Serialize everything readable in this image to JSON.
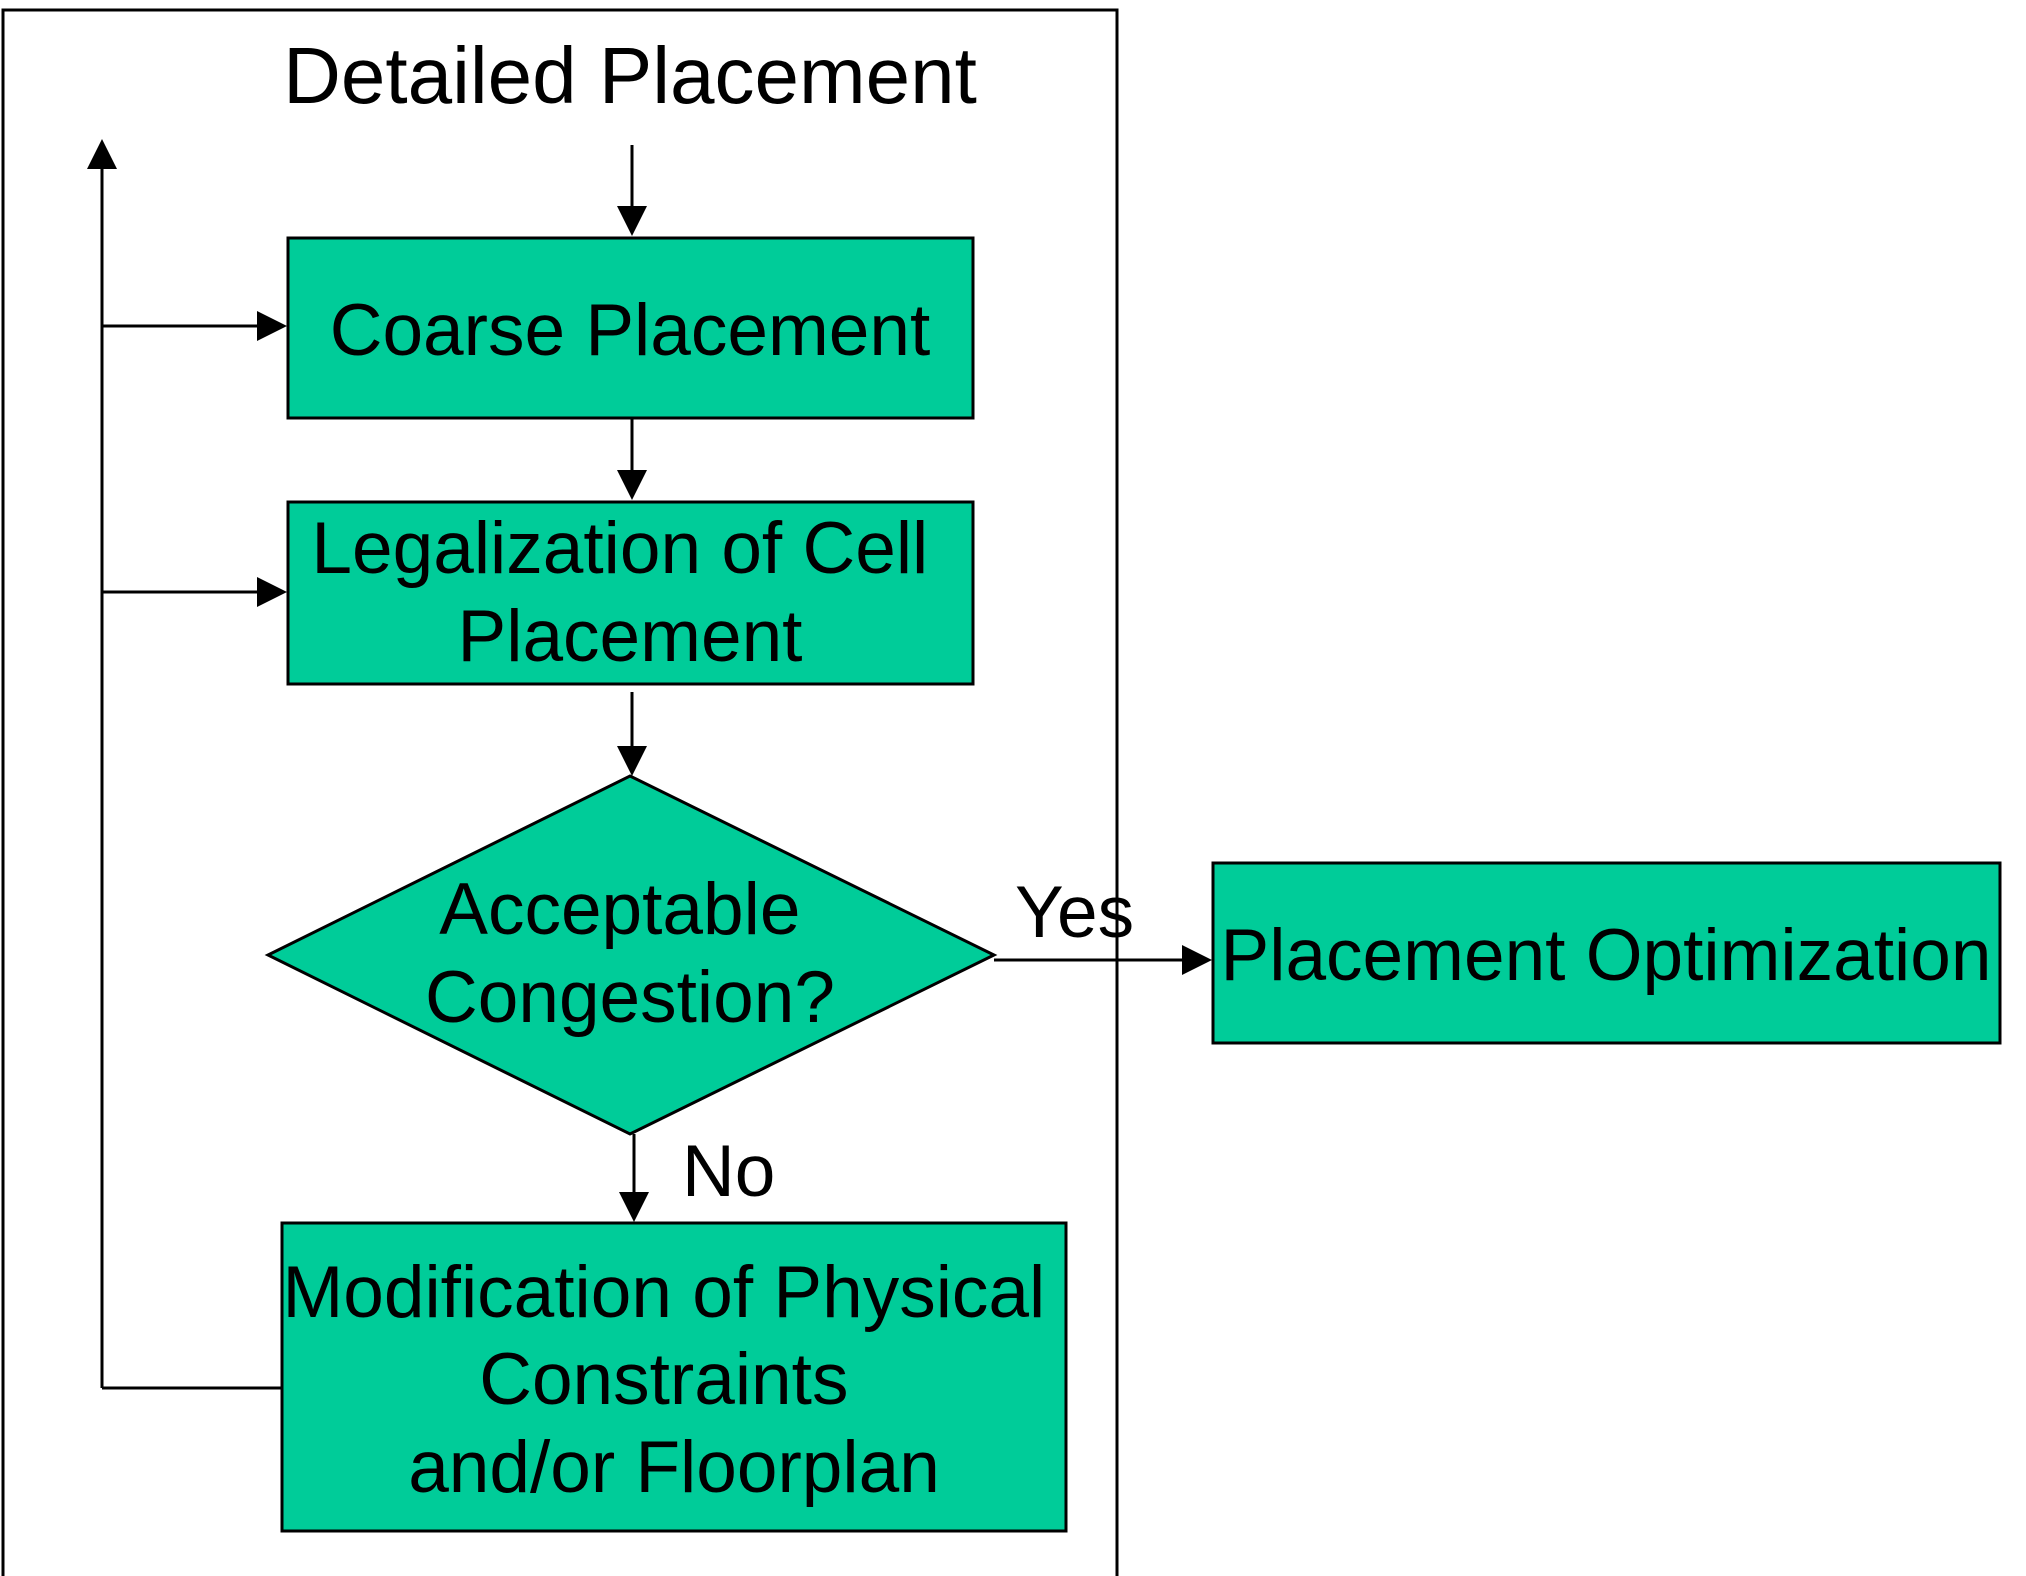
{
  "diagram": {
    "colors": {
      "node_fill": "#00CC99",
      "stroke": "#000000",
      "background": "#FFFFFF"
    },
    "container_title": "Detailed Placement",
    "nodes": {
      "coarse_placement": {
        "lines": [
          "Coarse Placement"
        ]
      },
      "legalization": {
        "lines": [
          "Legalization of Cell",
          "Placement"
        ]
      },
      "congestion_decision": {
        "lines": [
          "Acceptable",
          "Congestion?"
        ]
      },
      "modification": {
        "lines": [
          "Modification of Physical",
          "Constraints",
          "and/or Floorplan"
        ]
      },
      "placement_optimization": {
        "lines": [
          "Placement Optimization"
        ]
      }
    },
    "edge_labels": {
      "yes": "Yes",
      "no": "No"
    }
  }
}
